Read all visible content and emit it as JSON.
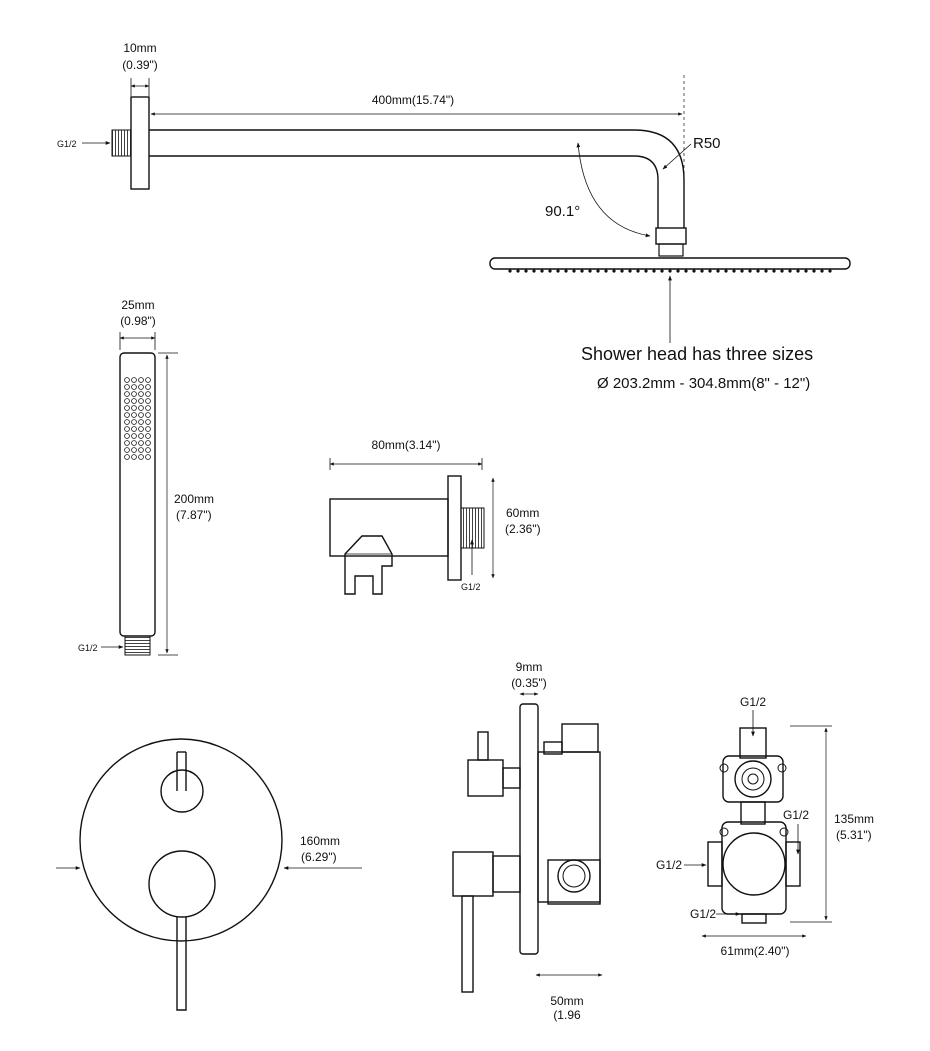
{
  "colors": {
    "ink": "#111111",
    "background": "#ffffff"
  },
  "shower_arm": {
    "thread_label": "G1/2",
    "flange_mm": "10mm",
    "flange_in": "(0.39\")",
    "length": "400mm(15.74\")",
    "radius": "R50",
    "angle": "90.1°"
  },
  "shower_head": {
    "note_title": "Shower head has three sizes",
    "note_sizes": "Ø 203.2mm - 304.8mm(8\" - 12\")"
  },
  "hand_shower": {
    "width_mm": "25mm",
    "width_in": "(0.98\")",
    "length_mm": "200mm",
    "length_in": "(7.87\")",
    "thread_label": "G1/2"
  },
  "wall_elbow": {
    "length": "80mm(3.14\")",
    "height_mm": "60mm",
    "height_in": "(2.36\")",
    "thread_label": "G1/2"
  },
  "trim_plate": {
    "diameter_mm": "160mm",
    "diameter_in": "(6.29\")"
  },
  "valve_side": {
    "plate_mm": "9mm",
    "plate_in": "(0.35\")",
    "depth_mm": "50mm",
    "depth_in": "(1.96"
  },
  "valve_body": {
    "top_port": "G1/2",
    "right_port": "G1/2",
    "left_port": "G1/2",
    "bottom_port": "G1/2",
    "height_mm": "135mm",
    "height_in": "(5.31\")",
    "width": "61mm(2.40\")"
  }
}
